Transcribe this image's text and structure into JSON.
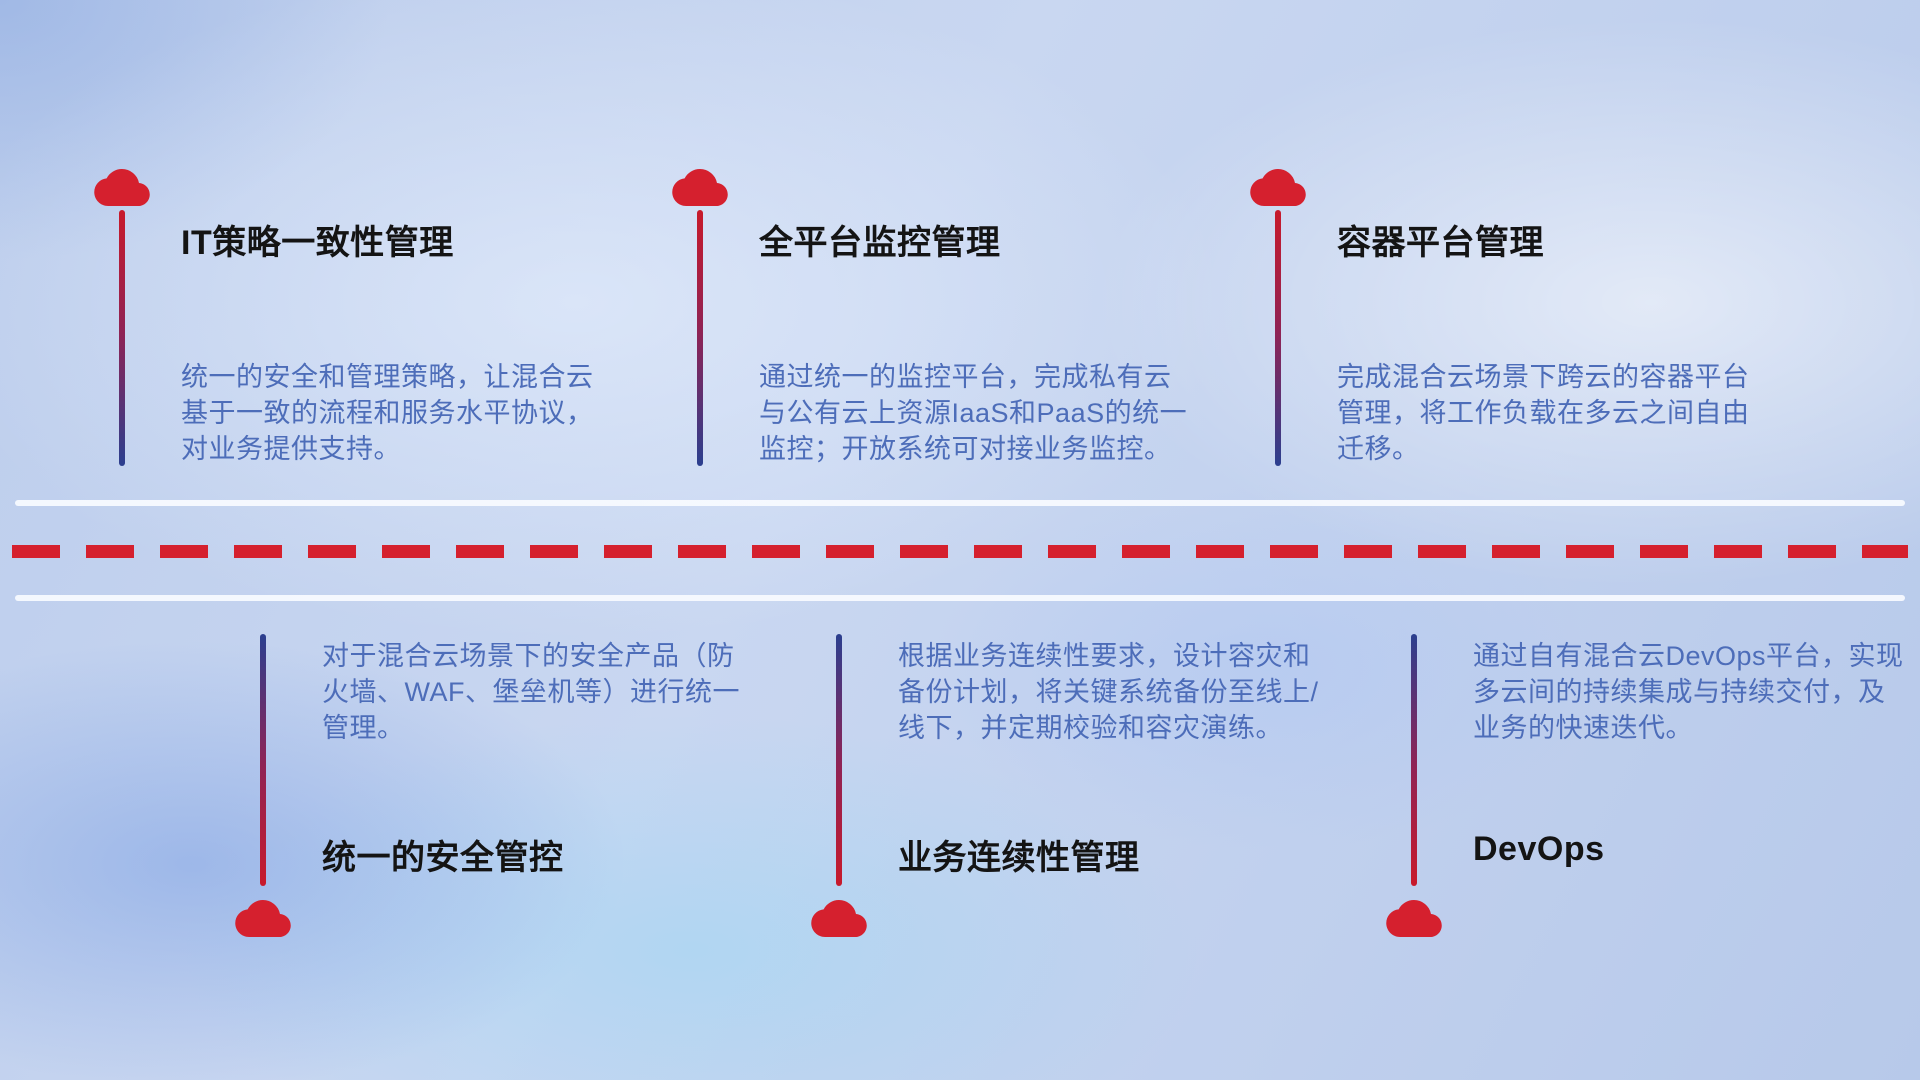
{
  "colors": {
    "accent_red": "#d5202e",
    "stem_blue": "#2b3f8f",
    "description_blue": "#4d6db9",
    "title_color": "#141414",
    "rail_white": "#f8fbff"
  },
  "icons": {
    "cloud": "cloud-icon"
  },
  "top_items": [
    {
      "title": "IT策略一致性管理",
      "description": "统一的安全和管理策略，让混合云基于一致的流程和服务水平协议，对业务提供支持。"
    },
    {
      "title": "全平台监控管理",
      "description": "通过统一的监控平台，完成私有云与公有云上资源IaaS和PaaS的统一监控；开放系统可对接业务监控。"
    },
    {
      "title": "容器平台管理",
      "description": "完成混合云场景下跨云的容器平台管理，将工作负载在多云之间自由迁移。"
    }
  ],
  "bottom_items": [
    {
      "title": "统一的安全管控",
      "description": "对于混合云场景下的安全产品（防火墙、WAF、堡垒机等）进行统一管理。"
    },
    {
      "title": "业务连续性管理",
      "description": "根据业务连续性要求，设计容灾和备份计划，将关键系统备份至线上/线下，并定期校验和容灾演练。"
    },
    {
      "title": "DevOps",
      "description": "通过自有混合云DevOps平台，实现多云间的持续集成与持续交付，及业务的快速迭代。"
    }
  ]
}
